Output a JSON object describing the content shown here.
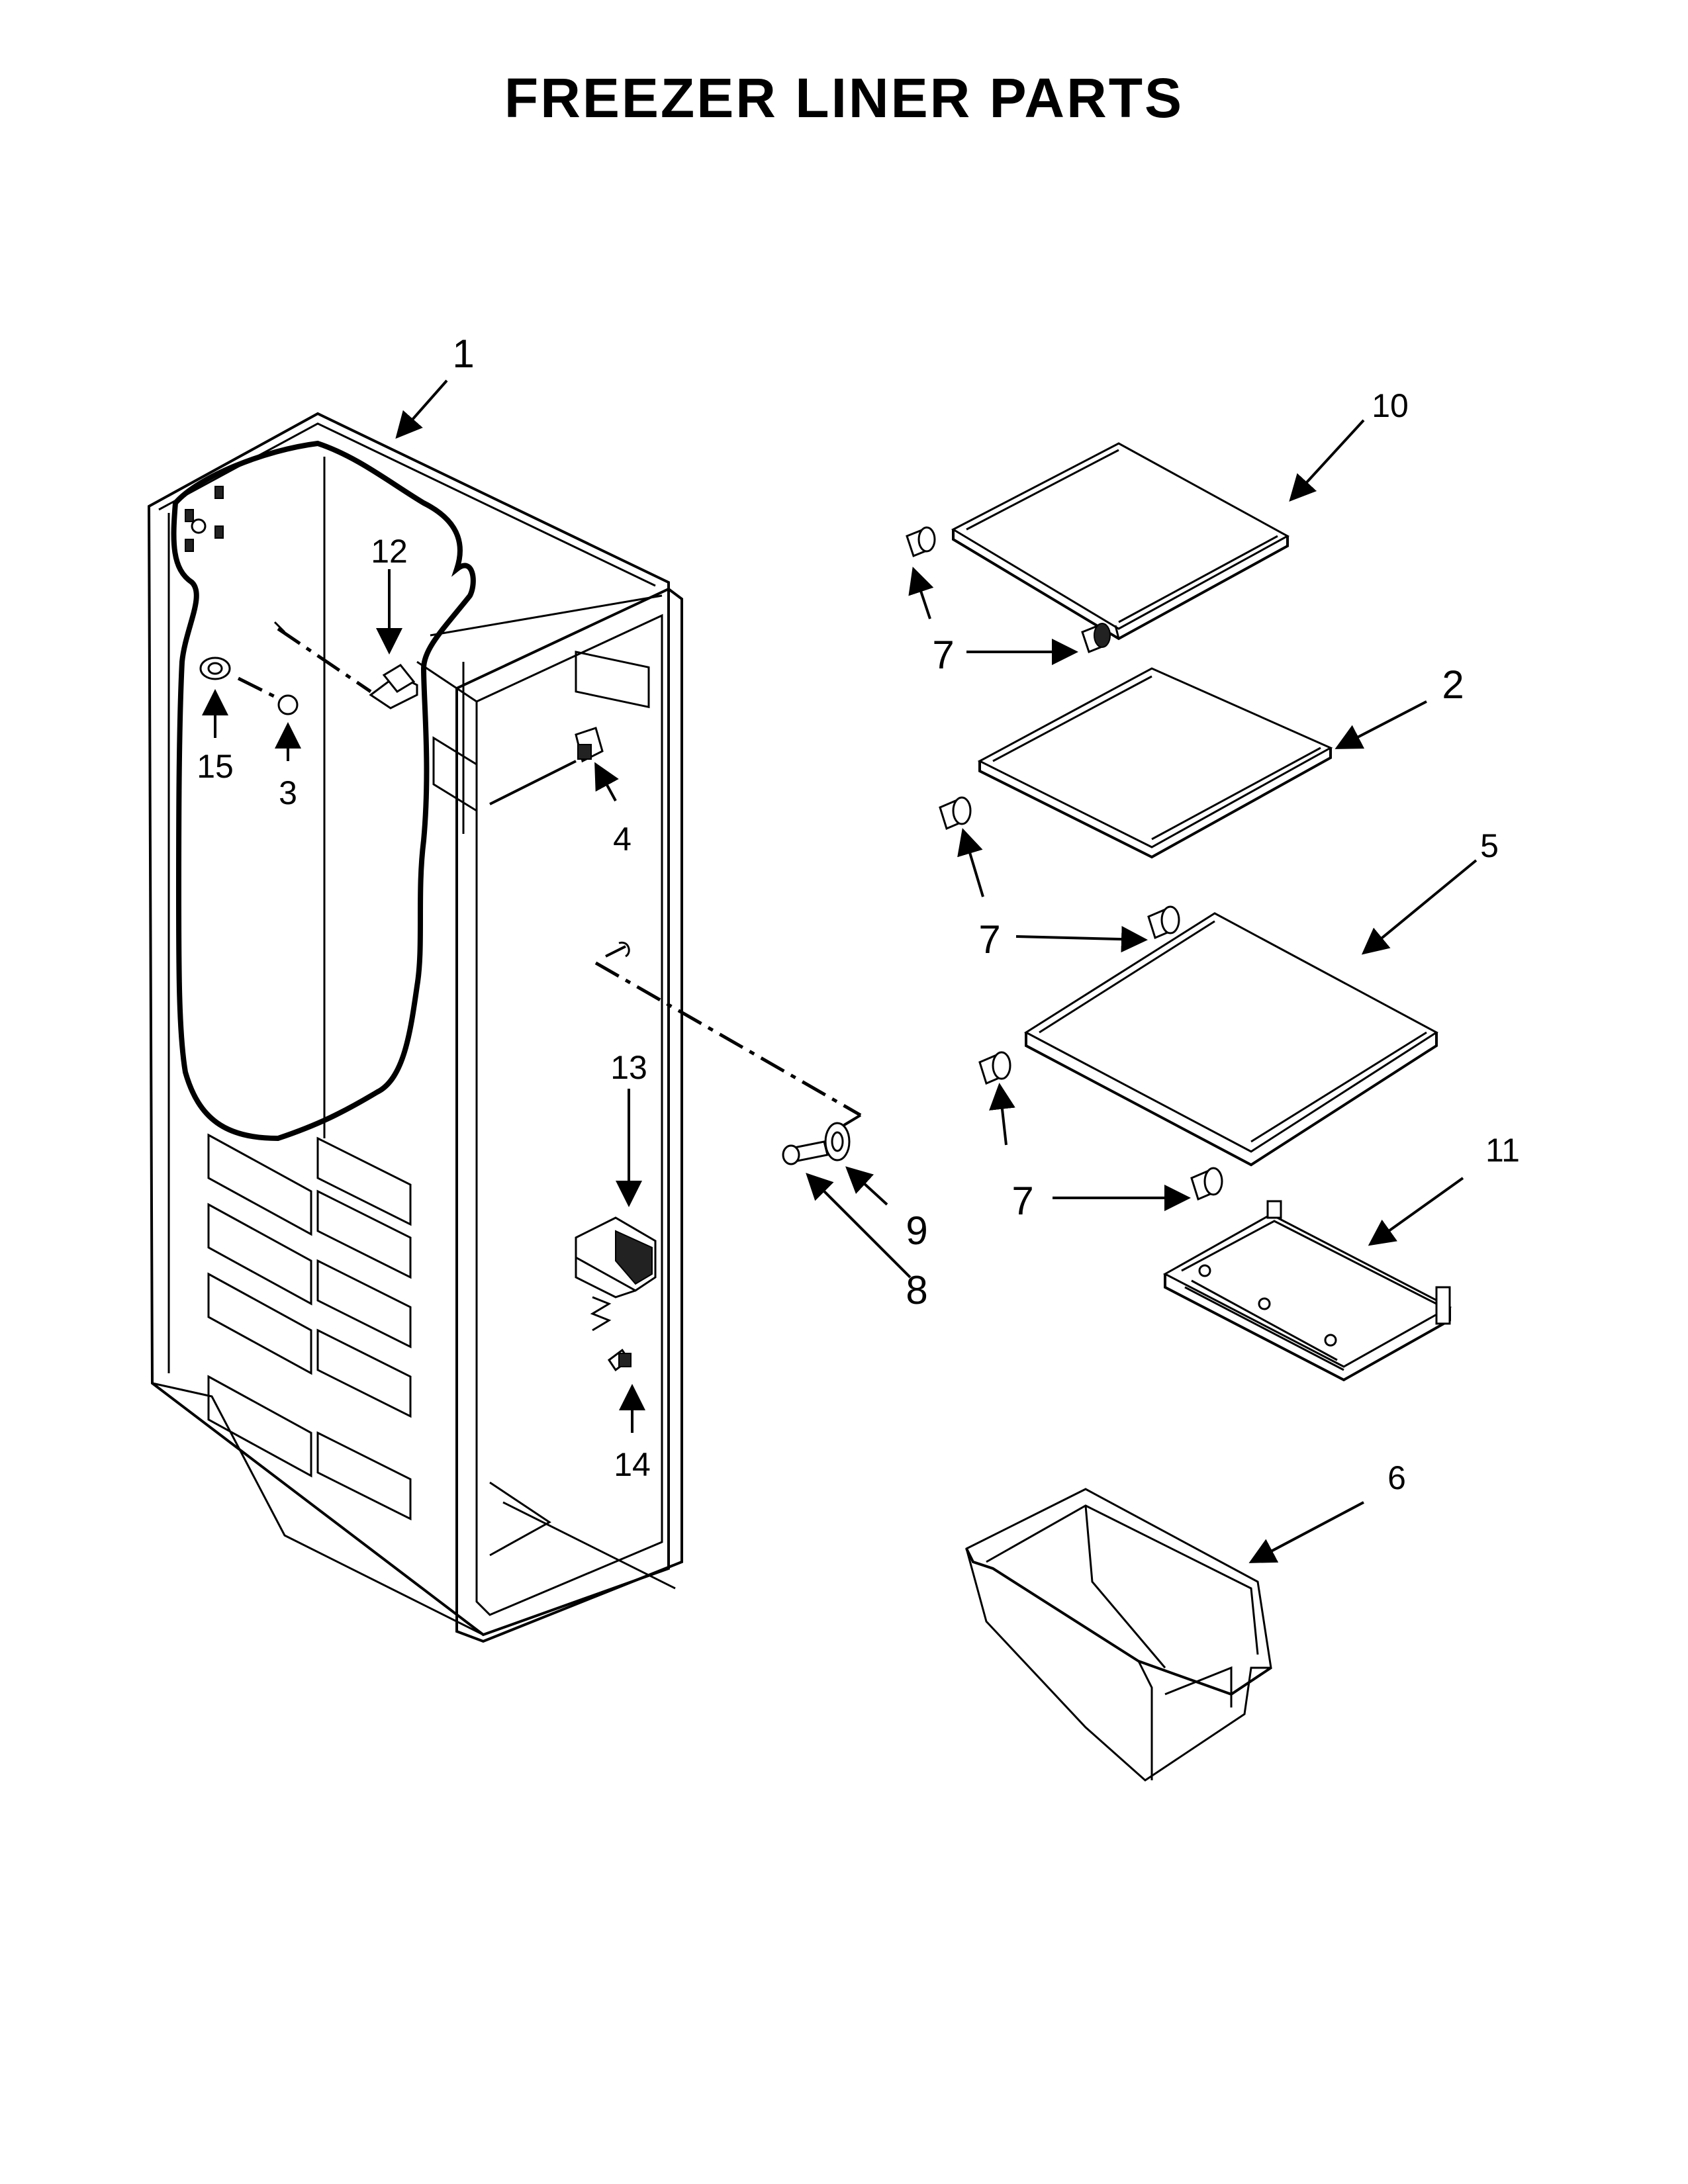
{
  "title": "FREEZER LINER PARTS",
  "callouts": {
    "c1": "1",
    "c2": "2",
    "c3": "3",
    "c4": "4",
    "c5": "5",
    "c6": "6",
    "c7a": "7",
    "c7b": "7",
    "c7c": "7",
    "c8": "8",
    "c9": "9",
    "c10": "10",
    "c11": "11",
    "c12": "12",
    "c13": "13",
    "c14": "14",
    "c15": "15"
  }
}
